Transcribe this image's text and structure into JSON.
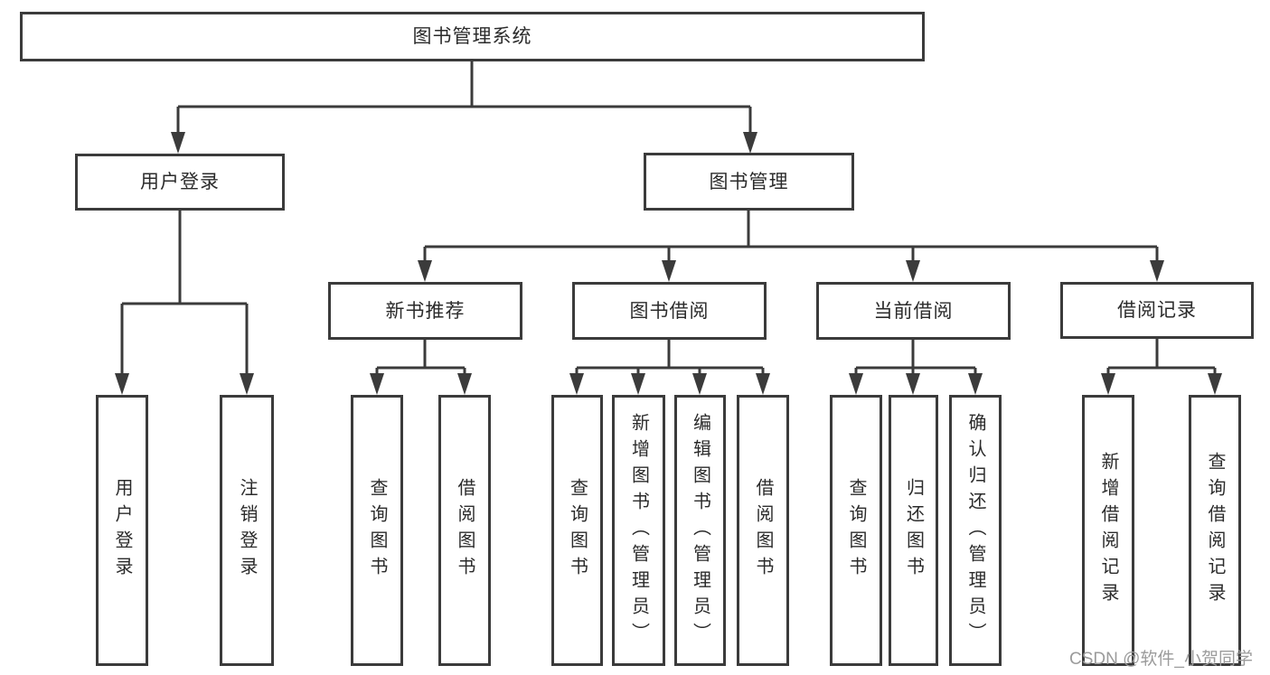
{
  "diagram": {
    "title": "图书管理系统",
    "watermark": "CSDN @软件_小贺同学",
    "colors": {
      "line": "#3b3b3b",
      "box_border": "#3b3b3b",
      "text": "#2b2b2b",
      "watermark": "#9b9b9b",
      "background": "#ffffff"
    },
    "nodes": {
      "root": "图书管理系统",
      "user_login": "用户登录",
      "book_mgmt": "图书管理",
      "new_book_rec": "新书推荐",
      "book_borrow": "图书借阅",
      "current_borrow": "当前借阅",
      "borrow_records": "借阅记录",
      "leaf_user_login": "用户登录",
      "leaf_logout": "注销登录",
      "leaf_query_books_rec": "查询图书",
      "leaf_borrow_books_rec": "借阅图书",
      "leaf_query_books_borrow": "查询图书",
      "leaf_add_books": "新增图书（管理员）",
      "leaf_edit_books": "编辑图书（管理员）",
      "leaf_borrow_books": "借阅图书",
      "leaf_query_books_current": "查询图书",
      "leaf_return_books": "归还图书",
      "leaf_confirm_return": "确认归还（管理员）",
      "leaf_add_borrow_record": "新增借阅记录",
      "leaf_query_borrow_record": "查询借阅记录"
    }
  }
}
